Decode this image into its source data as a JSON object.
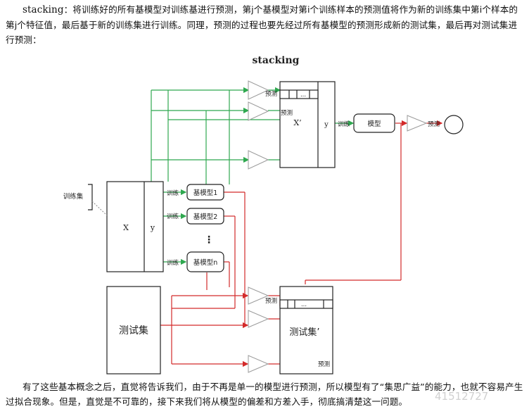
{
  "intro": {
    "keyword": "stacking",
    "text": "：将训练好的所有基模型对训练基进行预测，第j个基模型对第i个训练样本的预测值将作为新的训练集中第i个样本的第j个特征值，最后基于新的训练集进行训练。同理，预测的过程也要先经过所有基模型的预测形成新的测试集，最后再对测试集进行预测："
  },
  "diagram": {
    "title": "stacking",
    "train_set_label": "训练集",
    "x_label": "X",
    "y_label": "y",
    "x_prime_label": "X’",
    "test_set_label": "测试集",
    "test_set_prime_label": "测试集’",
    "train_word": "训练",
    "predict_word": "预测",
    "ellipsis": "...",
    "vertical_dots": "⋮",
    "base_models": [
      "基模型1",
      "基模型2",
      "基模型n"
    ],
    "meta_model": "模型",
    "colors": {
      "train": "#2fa84f",
      "test": "#d32a2a",
      "box": "#222222"
    }
  },
  "outro": {
    "text": "有了这些基本概念之后，直觉将告诉我们，由于不再是单一的模型进行预测，所以模型有了“集思广益”的能力，也就不容易产生过拟合现象。但是，直觉是不可靠的，接下来我们将从模型的偏差和方差入手，彻底搞清楚这一问题。"
  },
  "watermark": "41512727"
}
